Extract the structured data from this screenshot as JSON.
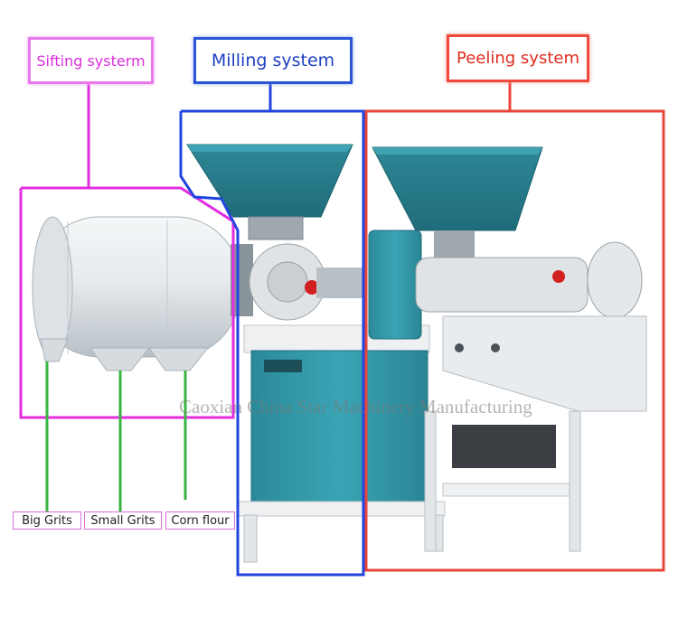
{
  "labels": {
    "sifting": "Sifting systerm",
    "milling": "Milling system",
    "peeling": "Peeling system"
  },
  "outputs": {
    "big_grits": "Big Grits",
    "small_grits": "Small Grits",
    "corn_flour": "Corn flour"
  },
  "watermark": "Caoxian China Star Machinery Manufacturing",
  "colors": {
    "sifting": "#e22de0",
    "milling": "#2245e0",
    "peeling": "#e8453a",
    "outlet_lines": "#37b540",
    "machine_teal": "#2f93a3",
    "machine_frame": "#e6e8ea"
  }
}
